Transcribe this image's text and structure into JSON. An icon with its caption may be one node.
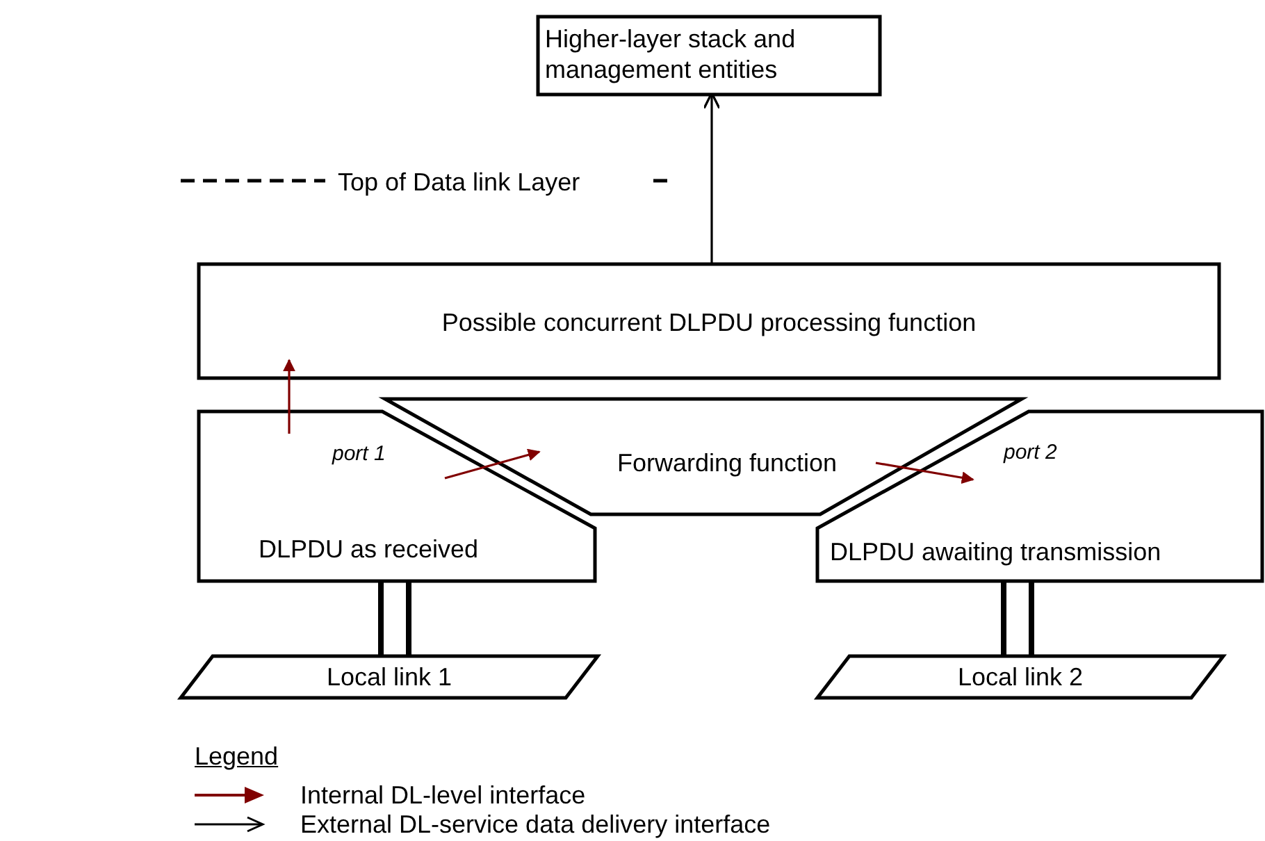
{
  "diagram": {
    "nodes": [
      {
        "text": [
          "Higher-layer stack and management entities"
        ]
      },
      {
        "text": [
          "Possible concurrent DLPDU processing function"
        ]
      },
      {
        "text": [
          "port 1",
          "DLPDU as received"
        ]
      },
      {
        "text": [
          "Forwarding function"
        ]
      },
      {
        "text": [
          "port 2",
          "DLPDU awaiting transmission"
        ]
      },
      {
        "text": [
          "Local link 1"
        ]
      },
      {
        "text": [
          "Local link 2"
        ]
      }
    ],
    "edges": [
      {
        "from": 1,
        "to": 0,
        "arrow": "to"
      },
      {
        "from": 2,
        "to": 1,
        "arrow": "to",
        "color": "#800000"
      },
      {
        "from": 2,
        "to": 3,
        "arrow": "to",
        "color": "#800000"
      },
      {
        "from": 3,
        "to": 4,
        "arrow": "to",
        "color": "#800000"
      },
      {
        "from": 2,
        "to": 5,
        "arrow": "none",
        "style": "thick"
      },
      {
        "from": 4,
        "to": 6,
        "arrow": "none",
        "style": "thick"
      }
    ],
    "labels": [
      "Top of Data link Layer",
      "Legend"
    ],
    "legend": [
      {
        "text": "Internal DL-level interface"
      },
      {
        "text": "External DL-service data delivery interface"
      }
    ]
  }
}
